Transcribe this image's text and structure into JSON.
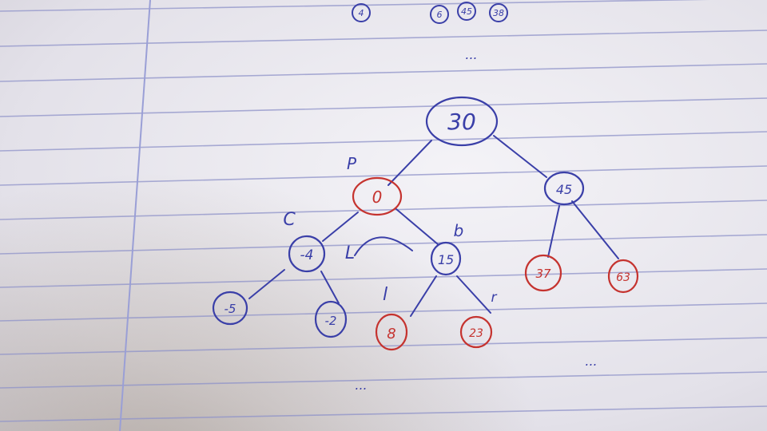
{
  "colors": {
    "blue_ink": "#3a3fa8",
    "red_ink": "#c5332f",
    "ruled_line": "#8f93c9",
    "margin_line": "#9a9fd6"
  },
  "top_row": {
    "circled": [
      "4",
      "6",
      "45",
      "38"
    ],
    "ellipsis": "..."
  },
  "tree": {
    "nodes": {
      "root": "30",
      "p": "0",
      "n45": "45",
      "c": "-4",
      "b": "15",
      "n37": "37",
      "n63": "63",
      "nm5": "-5",
      "nm2": "-2",
      "n8": "8",
      "n23": "23"
    },
    "labels": {
      "p": "P",
      "c": "C",
      "b": "b",
      "l": "l",
      "r": "r",
      "rotation": "L"
    }
  },
  "bottom_ellipses": [
    "...",
    "..."
  ]
}
